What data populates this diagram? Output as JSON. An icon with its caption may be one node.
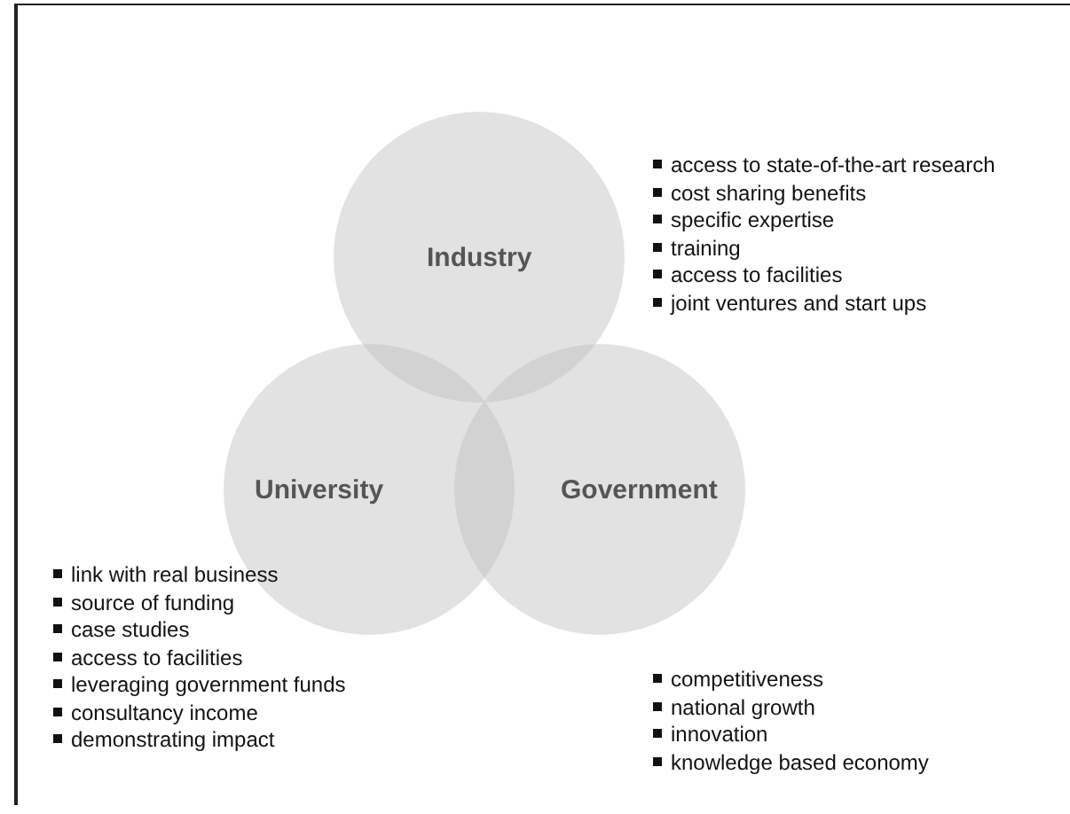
{
  "diagram": {
    "nodes": [
      {
        "text": [
          "Industry"
        ],
        "beside": [
          "access to state-of-the-art research",
          "cost sharing benefits",
          "specific expertise",
          "training",
          "access to facilities",
          "joint ventures and start ups"
        ]
      },
      {
        "text": [
          "University"
        ],
        "beside": [
          "link with real business",
          "source of funding",
          "case studies",
          "access to facilities",
          "leveraging government funds",
          "consultancy income",
          "demonstrating impact"
        ]
      },
      {
        "text": [
          "Government"
        ],
        "beside": [
          "competitiveness",
          "national growth",
          "innovation",
          "knowledge based economy"
        ]
      }
    ]
  }
}
